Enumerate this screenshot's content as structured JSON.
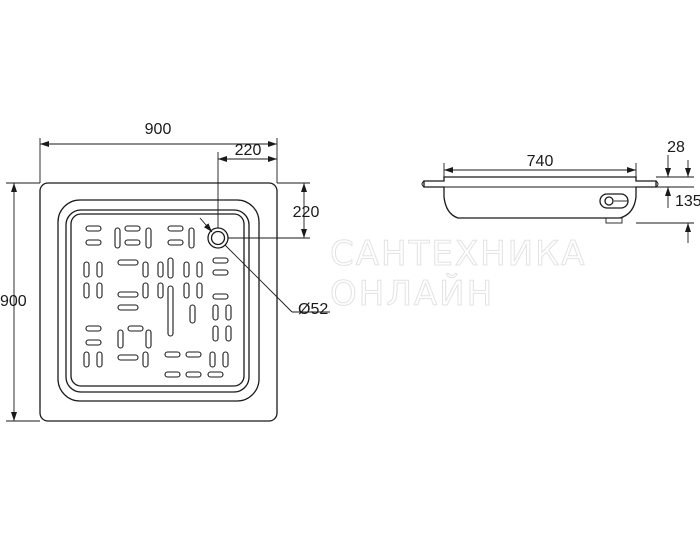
{
  "top_view": {
    "width_label": "900",
    "height_label": "900",
    "drain_x_label": "220",
    "drain_y_label": "220",
    "drain_diameter_label": "Ø52"
  },
  "side_view": {
    "inner_length_label": "740",
    "rim_label": "28",
    "depth_label": "135"
  },
  "watermark": {
    "line1": "САНТЕХНИКА",
    "line2": "ОНЛАЙН"
  }
}
